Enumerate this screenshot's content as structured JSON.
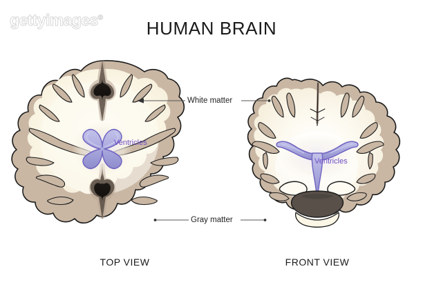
{
  "figure": {
    "title": "HUMAN BRAIN",
    "watermark": "gettyimages",
    "watermark_mark": "®",
    "background_color": "#ffffff"
  },
  "views": [
    {
      "id": "top-view",
      "caption": "TOP VIEW"
    },
    {
      "id": "front-view",
      "caption": "FRONT VIEW"
    }
  ],
  "annotations": {
    "white_matter": {
      "label": "White matter",
      "color": "#222222",
      "leader_left_end": "arrowhead",
      "leader_right_end": "dot"
    },
    "gray_matter": {
      "label": "Gray matter",
      "color": "#222222",
      "leader_left_end": "dot",
      "leader_right_end": "dot"
    },
    "ventricles_top": {
      "label": "Ventricles",
      "color": "#6f4fc4"
    },
    "ventricles_front": {
      "label": "Ventricles",
      "color": "#6f4fc4"
    }
  },
  "palette": {
    "white_matter_fill": "#fbf6e6",
    "white_matter_inner": "#fdfbf2",
    "gray_matter_cortex": "#c9b7a4",
    "gray_matter_shade": "#b5a190",
    "outline": "#1a1a1a",
    "ventricle_fill": "#b4b3e4",
    "ventricle_edge": "#6f63c0",
    "ventricle_halo": "#efeaf8",
    "fissure_dark": "#1a1a1a",
    "brainstem_dark": "#585049",
    "leader_line": "#555555",
    "title_color": "#1a1a1a",
    "watermark_color": "#d8d8d8"
  }
}
